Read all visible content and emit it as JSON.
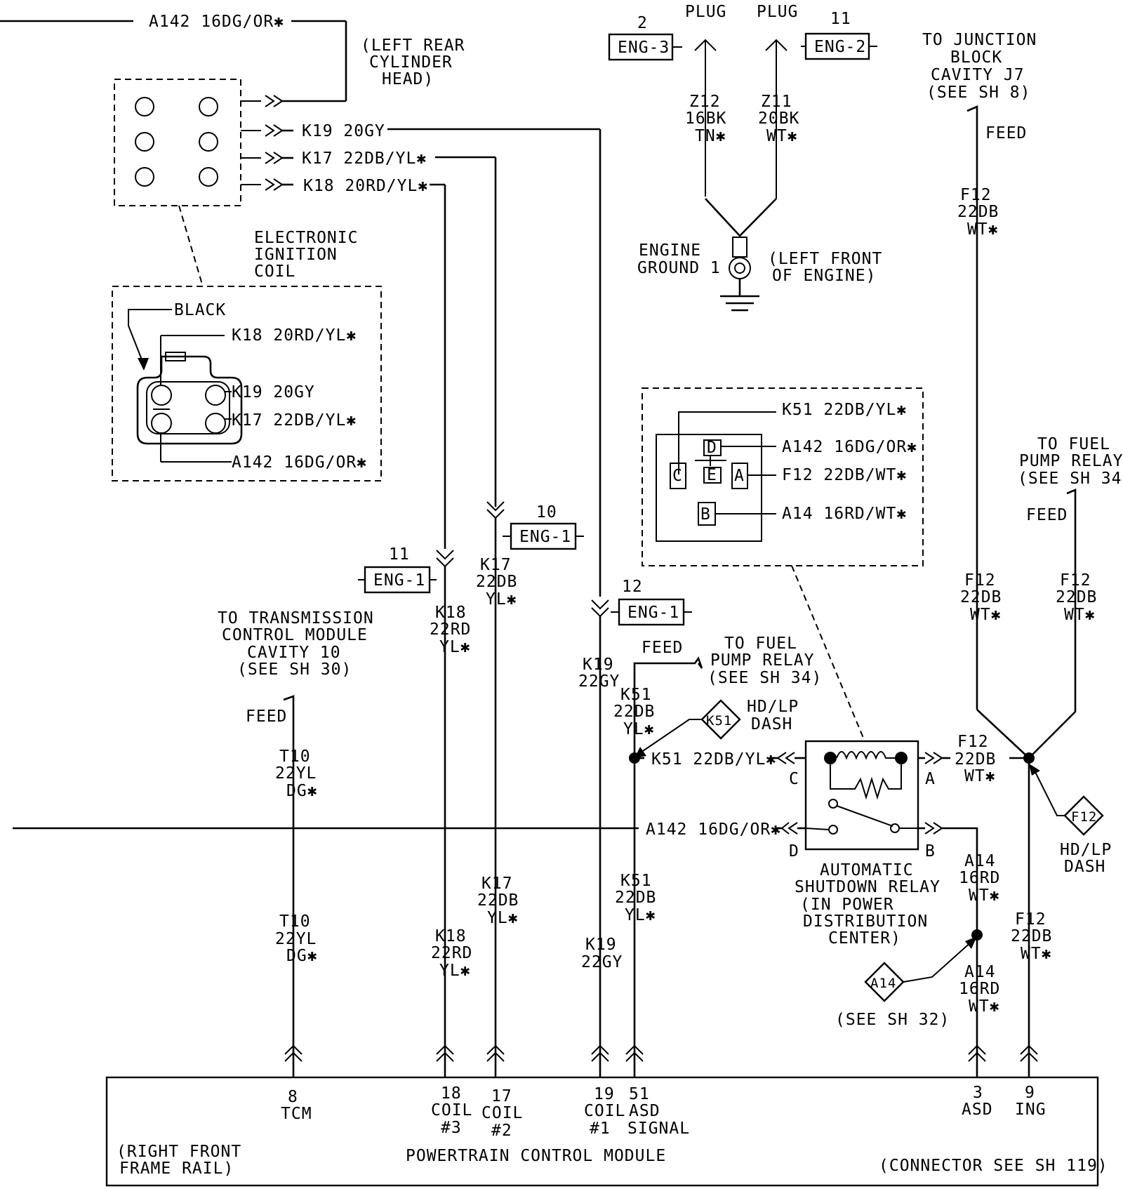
{
  "top_wire": "A142 16DG/OR✱",
  "left_rear_head": [
    "(LEFT REAR",
    "CYLINDER",
    "HEAD)"
  ],
  "coil_circuits": {
    "k19": "K19 20GY",
    "k17": "K17 22DB/YL✱",
    "k18": "K18 20RD/YL✱"
  },
  "eic_label": [
    "ELECTRONIC",
    "IGNITION",
    "COIL"
  ],
  "coil_detail": {
    "black": "BLACK",
    "k18": "K18 20RD/YL✱",
    "k19": "K19 20GY",
    "k17": "K17 22DB/YL✱",
    "a142": "A142 16DG/OR✱"
  },
  "plug_left": {
    "num": "2",
    "plug": "PLUG",
    "conn": "ENG-3",
    "wire": [
      "Z12",
      "16BK",
      "TN✱"
    ]
  },
  "plug_right": {
    "num": "11",
    "plug": "PLUG",
    "conn": "ENG-2",
    "wire": [
      "Z11",
      "20BK",
      "WT✱"
    ]
  },
  "engine_ground": {
    "label": [
      "ENGINE",
      "GROUND 1"
    ],
    "loc": [
      "(LEFT FRONT",
      "OF ENGINE)"
    ]
  },
  "junction_block": {
    "text": [
      "TO JUNCTION",
      "BLOCK",
      "CAVITY J7",
      "(SEE SH 8)"
    ],
    "feed": "FEED",
    "wire": [
      "F12",
      "22DB",
      "WT✱"
    ]
  },
  "relay_pinout": {
    "k51": "K51 22DB/YL✱",
    "a142": "A142 16DG/OR✱",
    "f12": "F12 22DB/WT✱",
    "a14": "A14 16RD/WT✱",
    "pins": {
      "c": "C",
      "d": "D",
      "e": "E",
      "a": "A",
      "b": "B"
    }
  },
  "fuel_pump_right": {
    "text": [
      "TO FUEL",
      "PUMP RELAY",
      "(SEE SH 34)"
    ],
    "feed": "FEED",
    "wire": [
      "F12",
      "22DB",
      "WT✱"
    ]
  },
  "eng1_conn": {
    "c10": {
      "num": "10",
      "label": "ENG-1"
    },
    "c11": {
      "num": "11",
      "label": "ENG-1"
    },
    "c12": {
      "num": "12",
      "label": "ENG-1"
    }
  },
  "wires_mid": {
    "k17": [
      "K17",
      "22DB",
      "YL✱"
    ],
    "k18": [
      "K18",
      "22RD",
      "YL✱"
    ],
    "k19": [
      "K19",
      "22GY"
    ],
    "f12": [
      "F12",
      "22DB",
      "WT✱"
    ]
  },
  "tcm_text": [
    "TO TRANSMISSION",
    "CONTROL MODULE",
    "CAVITY 10",
    "(SEE SH 30)"
  ],
  "tcm_feed": "FEED",
  "t10": [
    "T10",
    "22YL",
    "DG✱"
  ],
  "asd_feed": "FEED",
  "fuel_pump_mid": [
    "TO FUEL",
    "PUMP RELAY",
    "(SEE SH 34)"
  ],
  "k51_vertical": [
    "K51",
    "22DB",
    "YL✱"
  ],
  "k51_diamond": "K51",
  "hdlp1": [
    "HD/LP",
    "DASH"
  ],
  "k51_horizontal": "K51 22DB/YL✱",
  "a142_horizontal": "A142 16DG/OR✱",
  "relay_pins": {
    "c": "C",
    "d": "D",
    "a": "A",
    "b": "B"
  },
  "f12_a": [
    "F12",
    "22DB",
    "WT✱"
  ],
  "f12_diamond": "F12",
  "hdlp2": [
    "HD/LP",
    "DASH"
  ],
  "asd_relay_label": [
    "AUTOMATIC",
    "SHUTDOWN RELAY",
    "(IN POWER",
    "DISTRIBUTION",
    "CENTER)"
  ],
  "a14_upper": [
    "A14",
    "16RD",
    "WT✱"
  ],
  "a14_lower": [
    "A14",
    "16RD",
    "WT✱"
  ],
  "a14_diamond": "A14",
  "see_sh32": "(SEE SH 32)",
  "lower_wires": {
    "t10": [
      "T10",
      "22YL",
      "DG✱"
    ],
    "k18": [
      "K18",
      "22RD",
      "YL✱"
    ],
    "k17": [
      "K17",
      "22DB",
      "YL✱"
    ],
    "k19": [
      "K19",
      "22GY"
    ],
    "k51": [
      "K51",
      "22DB",
      "YL✱"
    ],
    "f12": [
      "F12",
      "22DB",
      "WT✱"
    ]
  },
  "pcm_pins": {
    "p8": [
      "8",
      "TCM"
    ],
    "p18": [
      "18",
      "COIL",
      "#3"
    ],
    "p17": [
      "17",
      "COIL",
      "#2"
    ],
    "p19": [
      "19",
      "COIL",
      "#1"
    ],
    "p51": [
      "51",
      "ASD",
      "SIGNAL"
    ],
    "p3": [
      "3",
      "ASD"
    ],
    "p9": [
      "9",
      "ING"
    ]
  },
  "pcm_title": "POWERTRAIN CONTROL MODULE",
  "pcm_location": [
    "(RIGHT FRONT",
    "FRAME RAIL)"
  ],
  "pcm_connector": "(CONNECTOR SEE SH 119)"
}
